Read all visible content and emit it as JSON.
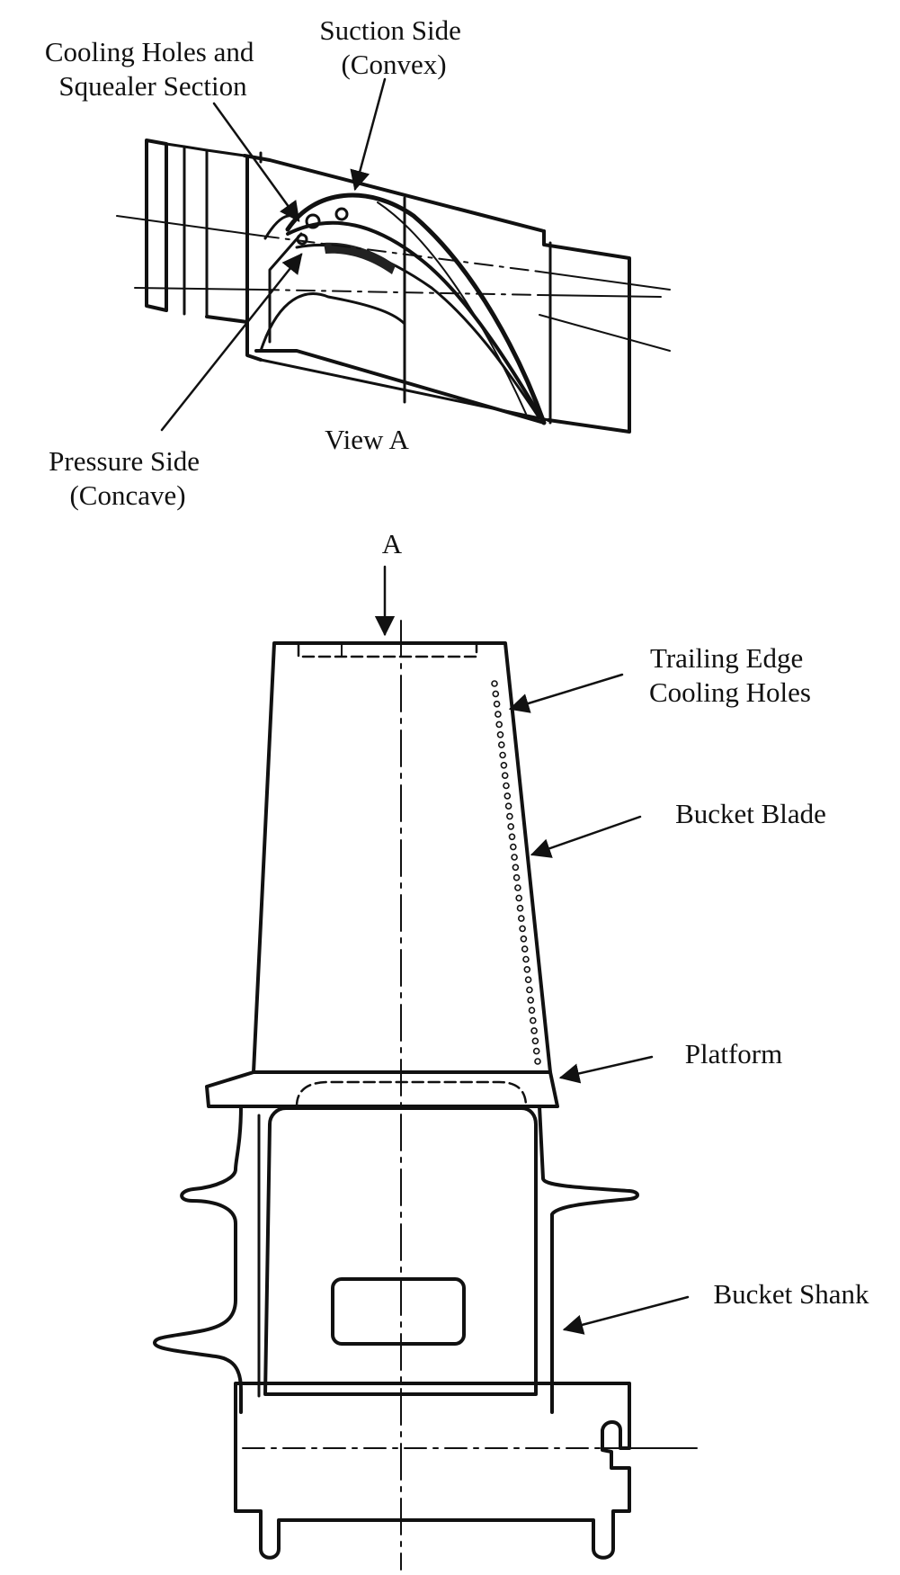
{
  "labels": {
    "cooling_holes": [
      "Cooling Holes and",
      "Squealer Section"
    ],
    "suction_side": [
      "Suction Side",
      "(Convex)"
    ],
    "pressure_side": [
      "Pressure Side",
      "(Concave)"
    ],
    "view_a": "View A",
    "section_mark": "A",
    "trailing_edge": [
      "Trailing Edge",
      "Cooling Holes"
    ],
    "bucket_blade": "Bucket Blade",
    "platform": "Platform",
    "bucket_shank": "Bucket Shank"
  }
}
